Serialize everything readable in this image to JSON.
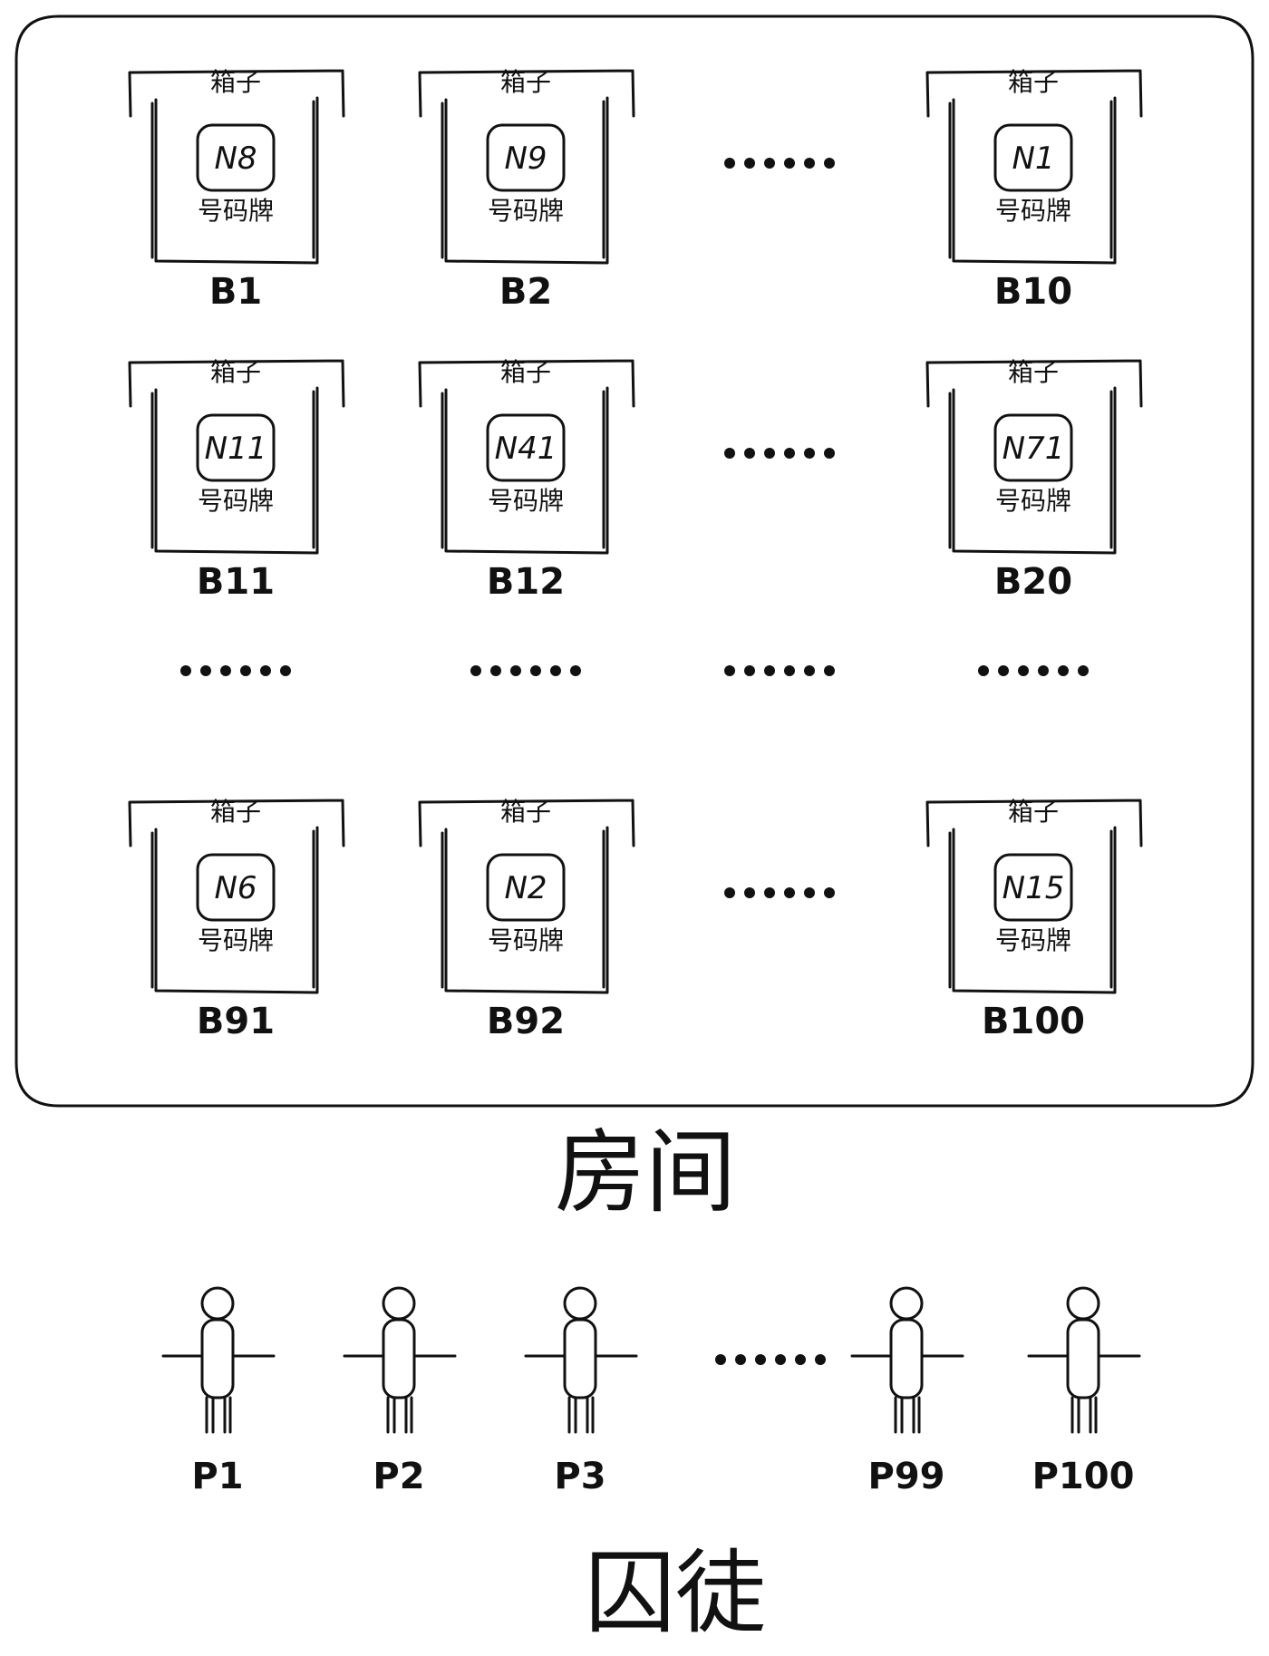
{
  "room": {
    "title": "房间",
    "box_title": "箱子",
    "tag_caption": "号码牌",
    "rows": [
      [
        {
          "box": "B1",
          "tag": "N8"
        },
        {
          "box": "B2",
          "tag": "N9"
        },
        {
          "ellipsis": "......"
        },
        {
          "box": "B10",
          "tag": "N1"
        }
      ],
      [
        {
          "box": "B11",
          "tag": "N11"
        },
        {
          "box": "B12",
          "tag": "N41"
        },
        {
          "ellipsis": "......"
        },
        {
          "box": "B20",
          "tag": "N71"
        }
      ],
      [
        {
          "ellipsis": "......"
        },
        {
          "ellipsis": "......"
        },
        {
          "ellipsis": "......"
        },
        {
          "ellipsis": "......"
        }
      ],
      [
        {
          "box": "B91",
          "tag": "N6"
        },
        {
          "box": "B92",
          "tag": "N2"
        },
        {
          "ellipsis": "......"
        },
        {
          "box": "B100",
          "tag": "N15"
        }
      ]
    ]
  },
  "prisoners": {
    "title": "囚徒",
    "items": [
      {
        "label": "P1"
      },
      {
        "label": "P2"
      },
      {
        "label": "P3"
      },
      {
        "ellipsis": "......"
      },
      {
        "label": "P99"
      },
      {
        "label": "P100"
      }
    ]
  }
}
